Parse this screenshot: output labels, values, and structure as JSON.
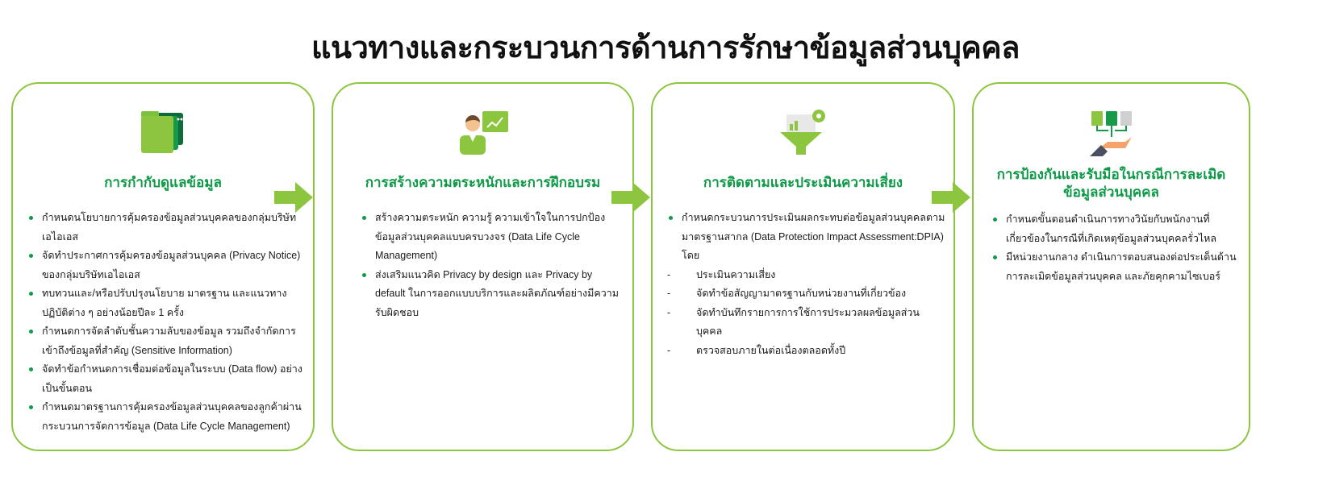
{
  "title": "แนวทางและกระบวนการด้านการรักษาข้อมูลส่วนบุคคล",
  "colors": {
    "accent": "#8cc63f",
    "heading": "#0f9a48"
  },
  "cards": [
    {
      "icon": "folder-icon",
      "heading": "การกำกับดูแลข้อมูล",
      "items": [
        "กำหนดนโยบายการคุ้มครองข้อมูลส่วนบุคคลของกลุ่มบริษัทเอไอเอส",
        "จัดทำประกาศการคุ้มครองข้อมูลส่วนบุคคล (Privacy Notice) ของกลุ่มบริษัทเอไอเอส",
        "ทบทวนและ/หรือปรับปรุงนโยบาย มาตรฐาน และแนวทางปฏิบัติต่าง ๆ อย่างน้อยปีละ 1 ครั้ง",
        "กำหนดการจัดลำดับชั้นความลับของข้อมูล รวมถึงจำกัดการเข้าถึงข้อมูลที่สำคัญ (Sensitive Information)",
        "จัดทำข้อกำหนดการเชื่อมต่อข้อมูลในระบบ (Data flow) อย่างเป็นขั้นตอน",
        "กำหนดมาตรฐานการคุ้มครองข้อมูลส่วนบุคคลของลูกค้าผ่านกระบวนการจัดการข้อมูล (Data Life Cycle Management)"
      ]
    },
    {
      "icon": "presenter-icon",
      "heading": "การสร้างความตระหนักและการฝึกอบรม",
      "items": [
        "สร้างความตระหนัก ความรู้ ความเข้าใจในการปกป้องข้อมูลส่วนบุคคลแบบครบวงจร (Data Life Cycle Management)",
        "ส่งเสริมแนวคิด Privacy by design และ Privacy by default ในการออกแบบบริการและผลิตภัณฑ์อย่างมีความรับผิดชอบ"
      ]
    },
    {
      "icon": "funnel-icon",
      "heading": "การติดตามและประเมินความเสี่ยง",
      "items": [
        "กำหนดกระบวนการประเมินผลกระทบต่อข้อมูลส่วนบุคคลตามมาตรฐานสากล (Data Protection Impact Assessment:DPIA) โดย"
      ],
      "subitems": [
        "ประเมินความเสี่ยง",
        "จัดทำข้อสัญญามาตรฐานกับหน่วยงานที่เกี่ยวข้อง",
        "จัดทำบันทึกรายการการใช้การประมวลผลข้อมูลส่วนบุคคล",
        "ตรวจสอบภายในต่อเนื่องตลอดทั้งปี"
      ]
    },
    {
      "icon": "documents-hand-icon",
      "heading": "การป้องกันและรับมือในกรณีการละเมิดข้อมูลส่วนบุคคล",
      "items": [
        "กำหนดขั้นตอนดำเนินการทางวินัยกับพนักงานที่เกี่ยวข้องในกรณีที่เกิดเหตุข้อมูลส่วนบุคคลรั่วไหล",
        "มีหน่วยงานกลาง ดำเนินการตอบสนองต่อประเด็นด้านการละเมิดข้อมูลส่วนบุคคล และภัยคุกคามไซเบอร์"
      ]
    }
  ]
}
